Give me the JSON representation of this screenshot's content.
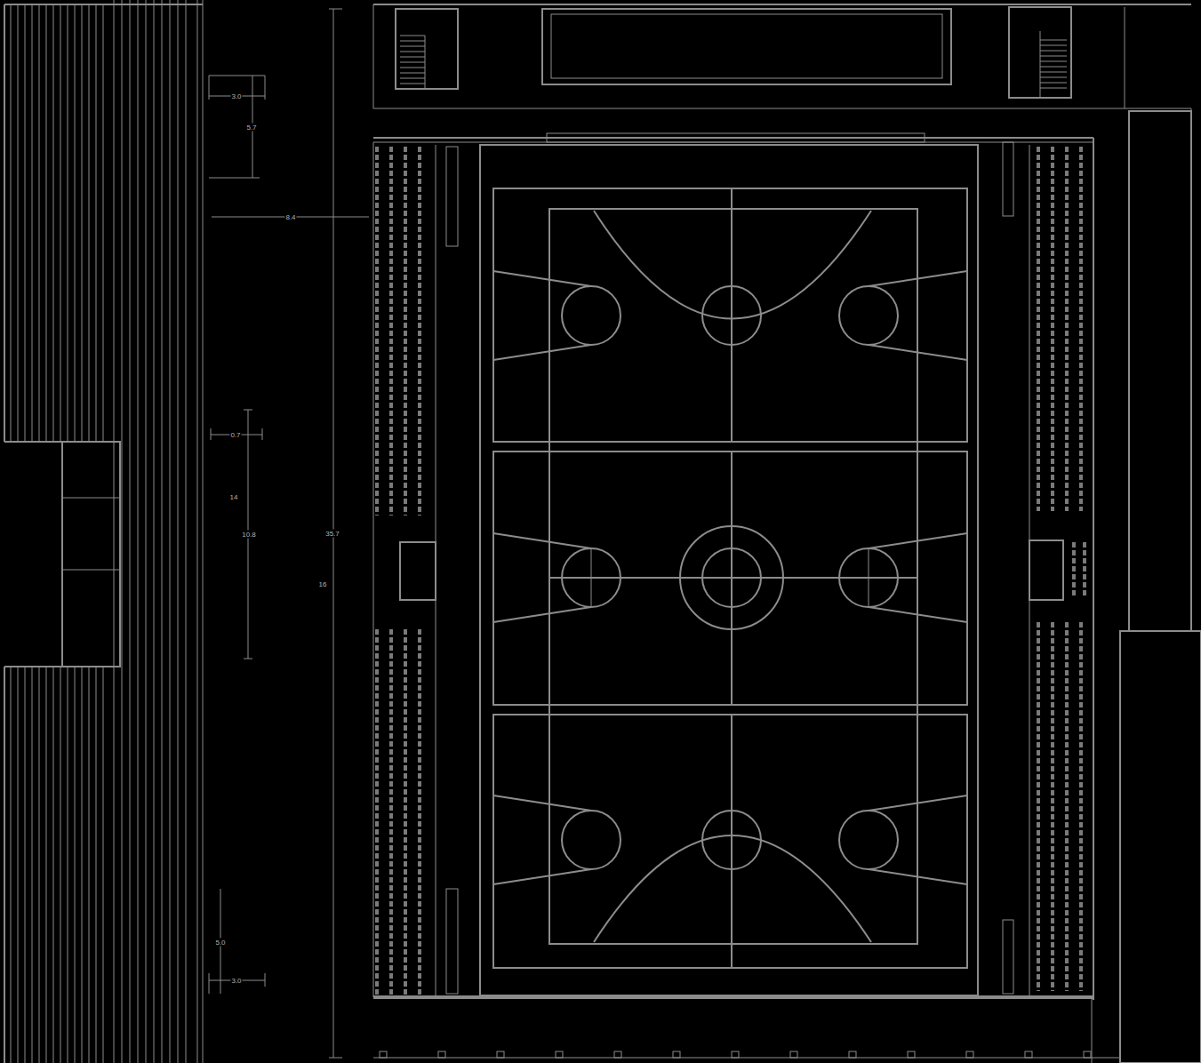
{
  "diagram": {
    "labels": [
      "3.0",
      "5.7",
      "8.4",
      "0.7",
      "14",
      "10.8",
      "35.7",
      "16",
      "5.0",
      "3.0"
    ]
  }
}
